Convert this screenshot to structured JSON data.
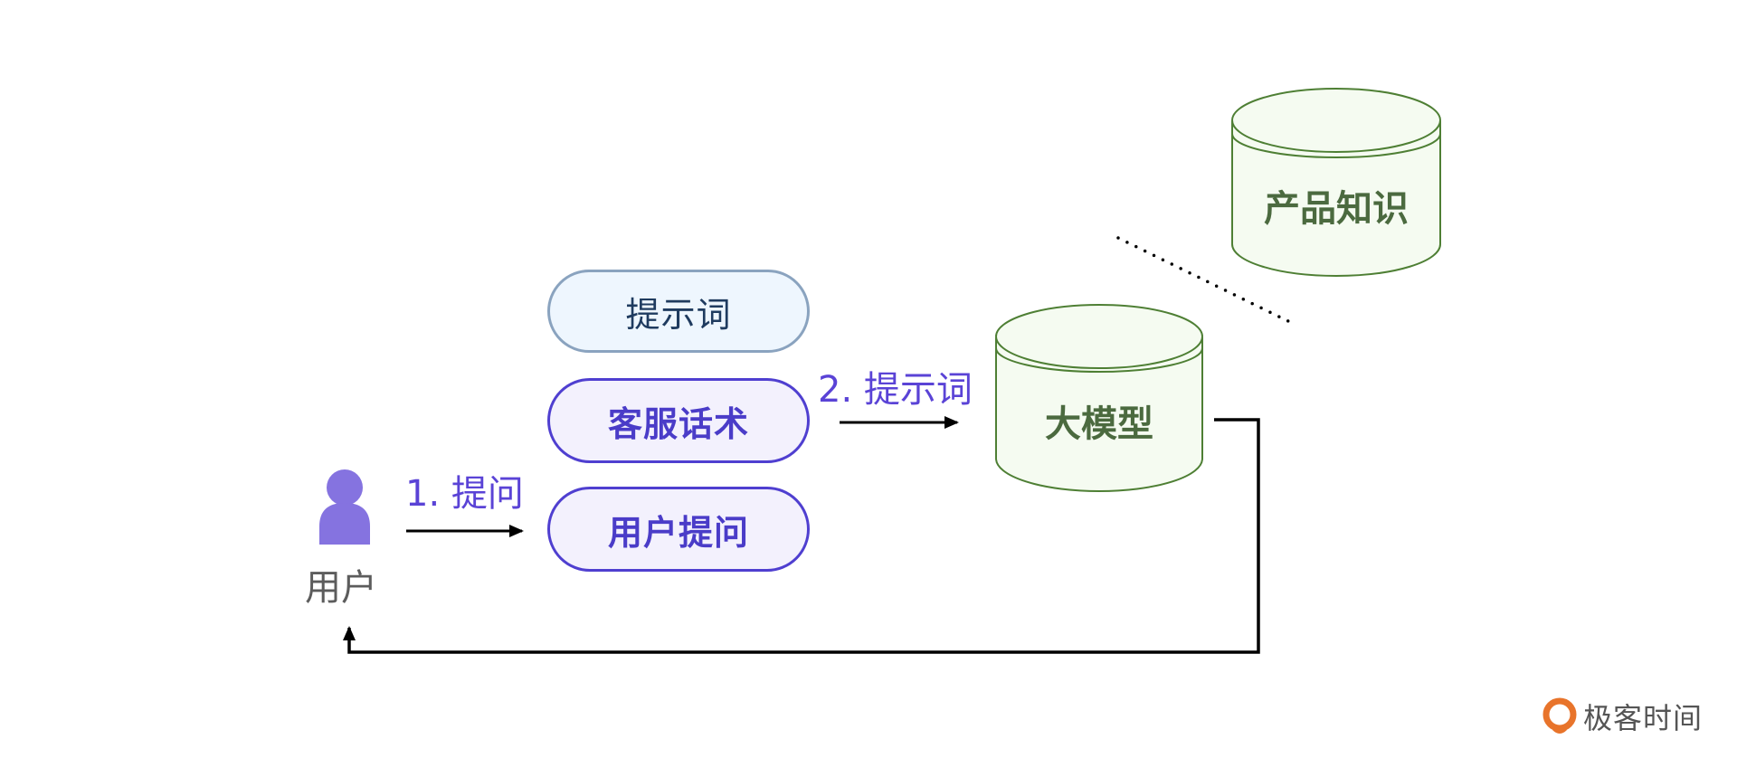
{
  "diagram": {
    "user": {
      "label": "用户",
      "icon": "person-icon",
      "color": "#8573e0"
    },
    "steps": {
      "step1_label": "1. 提问",
      "step2_label": "2. 提示词"
    },
    "prompt_stack": {
      "header": "提示词",
      "items": [
        "客服话术",
        "用户提问"
      ]
    },
    "databases": {
      "model": "大模型",
      "knowledge": "产品知识"
    },
    "colors": {
      "accent_purple": "#4f3fd0",
      "prompt_border": "#8aa3bf",
      "db_border": "#4e7f34",
      "db_fill": "#f5fbf1",
      "db_text": "#4b6a3f"
    }
  },
  "branding": {
    "logo_text": "极客时间",
    "logo_icon": "geektime-logo-icon",
    "logo_color": "#e8742b"
  }
}
